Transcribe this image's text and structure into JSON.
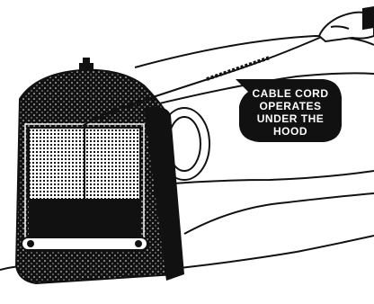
{
  "illustration": {
    "callout": {
      "lines": [
        "CABLE CORD",
        "OPERATES",
        "UNDER THE",
        "HOOD"
      ]
    },
    "colors": {
      "ink": "#111111",
      "paper": "#ffffff"
    }
  }
}
